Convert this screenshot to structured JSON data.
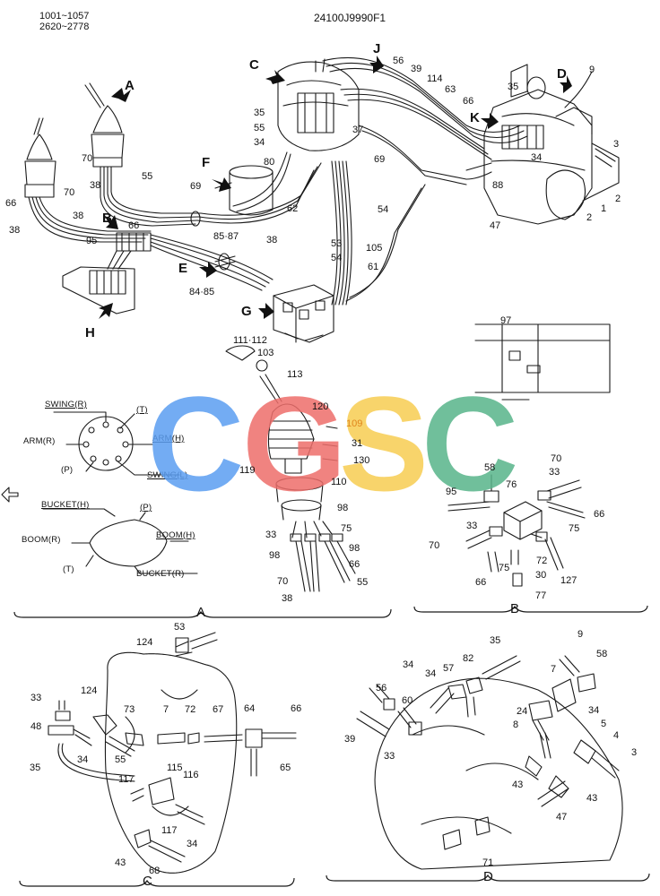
{
  "header": {
    "serial_range_1": "1001~1057",
    "serial_range_2": "2620~2778",
    "drawing_number": "24100J9990F1"
  },
  "watermark": {
    "letters": [
      "C",
      "G",
      "S",
      "C"
    ],
    "colors": [
      "#5b9ef2",
      "#ee6e6b",
      "#f7cd52",
      "#58b58a"
    ]
  },
  "view_letters": [
    "A",
    "B",
    "C",
    "D",
    "E",
    "F",
    "G",
    "H",
    "J",
    "K"
  ],
  "overview_labels": [
    "56",
    "39",
    "114",
    "63",
    "66",
    "35",
    "9",
    "3",
    "2",
    "2",
    "1",
    "34",
    "88",
    "47",
    "37",
    "69",
    "35",
    "55",
    "34",
    "80",
    "69",
    "62",
    "54",
    "53",
    "54",
    "105",
    "61",
    "85·87",
    "38",
    "84·85",
    "70",
    "55",
    "38",
    "66",
    "70",
    "38",
    "38",
    "66",
    "95"
  ],
  "control_port_labels": {
    "swing_r": "SWING(R)",
    "t_top": "(T)",
    "arm_r": "ARM(R)",
    "arm_h": "ARM(H)",
    "p_left": "(P)",
    "swing_l": "SWING(L)",
    "bucket_h": "BUCKET(H)",
    "p_right": "(P)",
    "boom_r": "BOOM(R)",
    "boom_h": "BOOM(H)",
    "t_bottom": "(T)",
    "bucket_r": "BUCKET(R)"
  },
  "detail_A_labels": [
    "111·112",
    "103",
    "113",
    "120",
    "109",
    "31",
    "130",
    "119",
    "110",
    "98",
    "33",
    "75",
    "98",
    "98",
    "66",
    "70",
    "38",
    "55"
  ],
  "detail_B_labels": [
    "97",
    "58",
    "33",
    "70",
    "95",
    "76",
    "66",
    "75",
    "33",
    "70",
    "72",
    "75",
    "30",
    "66",
    "127",
    "77"
  ],
  "detail_C_labels": [
    "53",
    "124",
    "33",
    "124",
    "48",
    "73",
    "7",
    "72",
    "67",
    "64",
    "66",
    "34",
    "55",
    "35",
    "65",
    "115",
    "116",
    "117",
    "117",
    "34",
    "43",
    "68"
  ],
  "detail_D_labels": [
    "35",
    "34",
    "82",
    "34",
    "57",
    "56",
    "60",
    "39",
    "33",
    "9",
    "58",
    "7",
    "24",
    "8",
    "34",
    "5",
    "4",
    "3",
    "43",
    "43",
    "47",
    "71"
  ],
  "section_letters": {
    "a": "A",
    "b": "B",
    "c": "C",
    "d": "D"
  }
}
